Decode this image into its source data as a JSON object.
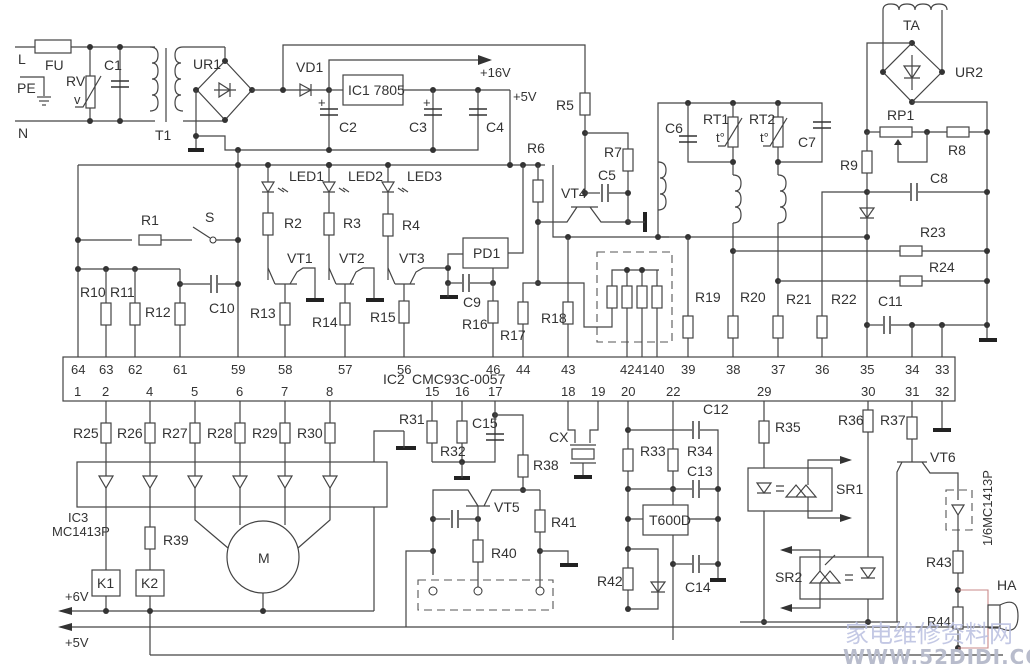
{
  "title": "Microcontroller appliance control circuit schematic (IC2 CMC93C-0057)",
  "power": {
    "line": "L",
    "neutral": "N",
    "earth": "PE",
    "fuse": "FU",
    "varistor": "RV",
    "varistor_mark": "v",
    "cap_c1": "C1",
    "transformer": "T1",
    "bridge": "UR1",
    "diode": "VD1",
    "regulator": "IC1  7805",
    "c2": "C2",
    "c3": "C3",
    "c4": "C4",
    "v16": "+16V",
    "v5": "+5V",
    "v6_rail": "+6V",
    "v5_rail": "+5V"
  },
  "indicators": {
    "leds": [
      "LED1",
      "LED2",
      "LED3"
    ],
    "led_resistors": [
      "R2",
      "R3",
      "R4"
    ],
    "transistors": [
      "VT1",
      "VT2",
      "VT3"
    ],
    "base_resistors": [
      "R13",
      "R14",
      "R15"
    ],
    "switch": "S",
    "r1": "R1",
    "c10": "C10",
    "pull_resistors": [
      "R10",
      "R11",
      "R12"
    ],
    "buzzer_driver": "PD1",
    "c9": "C9",
    "r16": "R16",
    "r17": "R17",
    "r18": "R18",
    "r6": "R6"
  },
  "sensor": {
    "r5": "R5",
    "r7": "R7",
    "c5": "C5",
    "vt4": "VT4",
    "c6": "C6",
    "rt1": "RT1",
    "rt2": "RT2",
    "t_mark": "t°",
    "c7": "C7",
    "r19": "R19",
    "r20": "R20",
    "r21": "R21",
    "r22": "R22",
    "r23": "R23",
    "r24": "R24",
    "c8": "C8",
    "c11": "C11",
    "r8": "R8",
    "r9": "R9",
    "rp1": "RP1",
    "ct": "TA",
    "bridge2": "UR2"
  },
  "ic2": {
    "name": "IC2",
    "part": "CMC93C-0057",
    "top_pins": [
      "64",
      "63",
      "62",
      "61",
      "59",
      "58",
      "57",
      "56",
      "46",
      "44",
      "43",
      "42",
      "41",
      "40",
      "39",
      "38",
      "37",
      "36",
      "35",
      "34",
      "33"
    ],
    "bottom_pins": [
      "1",
      "2",
      "4",
      "5",
      "6",
      "7",
      "8",
      "15",
      "16",
      "17",
      "18",
      "19",
      "20",
      "22",
      "29",
      "30",
      "31",
      "32"
    ]
  },
  "drivers": {
    "ic3_name": "IC3",
    "ic3_part": "MC1413P",
    "resistors": [
      "R25",
      "R26",
      "R27",
      "R28",
      "R29",
      "R30"
    ],
    "r31": "R31",
    "r39": "R39",
    "relays": [
      "K1",
      "K2"
    ],
    "motor": "M"
  },
  "misc": {
    "r32": "R32",
    "c15": "C15",
    "r38": "R38",
    "vt5": "VT5",
    "r40": "R40",
    "r41": "R41",
    "crystal": "CX",
    "r33": "R33",
    "r34": "R34",
    "c12": "C12",
    "c13": "C13",
    "timer": "T600D",
    "c14": "C14",
    "r42": "R42",
    "r35": "R35",
    "sr1": "SR1",
    "r36": "R36",
    "sr2": "SR2",
    "r37": "R37",
    "vt6": "VT6",
    "ic3_sub": "1/6MC1413P",
    "r43": "R43",
    "r44": "R44",
    "buzzer": "HA"
  },
  "watermark": {
    "cn": "家电维修资料网",
    "url": "WWW.52DIDI.COM"
  }
}
